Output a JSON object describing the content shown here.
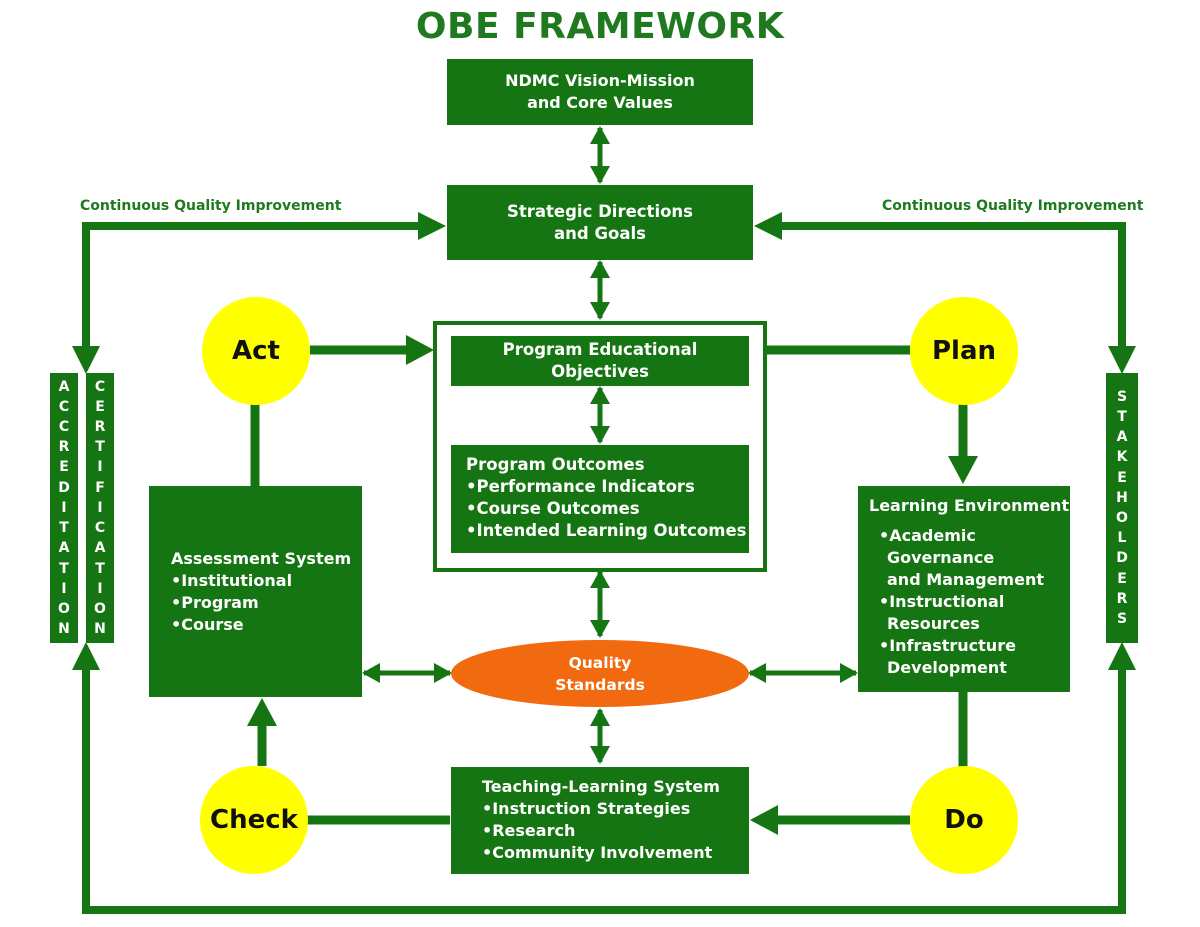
{
  "title": "OBE FRAMEWORK",
  "vision": [
    "NDMC Vision-Mission",
    "and Core Values"
  ],
  "strategic": [
    "Strategic Directions",
    "and Goals"
  ],
  "cqi_left": "Continuous Quality Improvement",
  "cqi_right": "Continuous Quality Improvement",
  "peo": [
    "Program Educational",
    "Objectives"
  ],
  "program_outcomes": {
    "heading": "Program Outcomes",
    "items": [
      "•Performance Indicators",
      "•Course Outcomes",
      "•Intended Learning Outcomes"
    ]
  },
  "assessment": {
    "heading": "Assessment System",
    "items": [
      "•Institutional",
      "•Program",
      "•Course"
    ]
  },
  "learning_env": {
    "heading": "Learning Environment",
    "lines": [
      "•Academic",
      "Governance",
      "and Management",
      "•Instructional",
      "Resources",
      "•Infrastructure",
      "Development"
    ]
  },
  "quality": [
    "Quality",
    "Standards"
  ],
  "teaching": {
    "heading": "Teaching-Learning System",
    "items": [
      "•Instruction Strategies",
      "•Research",
      "•Community Involvement"
    ]
  },
  "cycle": {
    "act": "Act",
    "plan": "Plan",
    "check": "Check",
    "do": "Do"
  },
  "accreditation": "ACCREDITATION",
  "certification": "CERTIFICATION",
  "stakeholders": "STAKEHOLDERS",
  "colors": {
    "green": "#157512",
    "yellow": "#ffff00",
    "orange": "#f26a10"
  }
}
